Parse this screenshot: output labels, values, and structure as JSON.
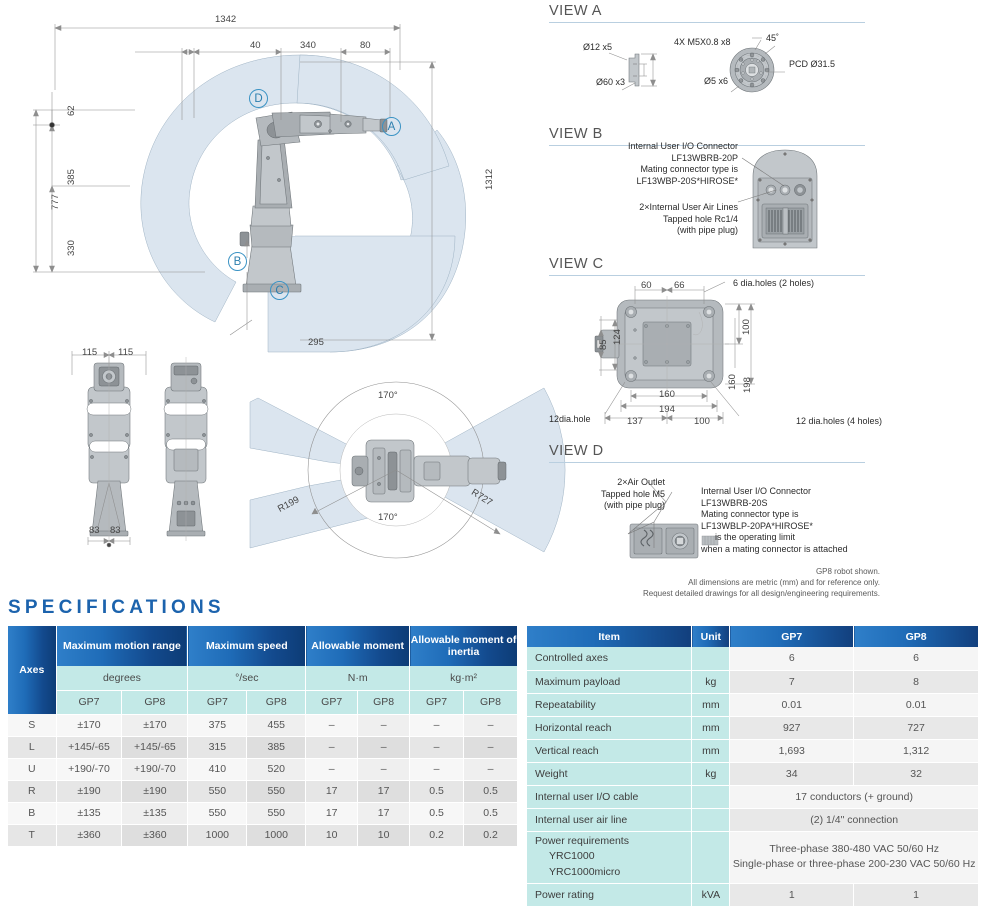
{
  "drawing": {
    "side_view": {
      "dims": {
        "overall_width": "1342",
        "d40": "40",
        "d340": "340",
        "d80": "80",
        "d62": "62",
        "d385": "385",
        "d777": "777",
        "d330": "330",
        "d295": "295",
        "vertical_1312": "1312"
      },
      "callouts": [
        "A",
        "B",
        "C",
        "D"
      ]
    },
    "front_views": {
      "dims": {
        "left_115": "115",
        "right_115": "115",
        "base_83_left": "83",
        "base_83_right": "83"
      }
    },
    "top_view": {
      "dims": {
        "angle_top": "170°",
        "angle_bottom": "170°",
        "radius_inner": "R199",
        "radius_outer": "R727"
      }
    }
  },
  "views": {
    "a": {
      "title": "VIEW A",
      "labels": {
        "d12x5": "Ø12 x5",
        "d60x3": "Ø60 x3",
        "m5": "4X M5X0.8 x8",
        "angle45": "45˚",
        "pcd": "PCD Ø31.5",
        "d5x6": "Ø5 x6"
      }
    },
    "b": {
      "title": "VIEW B",
      "labels": {
        "io_l1": "Internal User I/O Connector",
        "io_l2": "LF13WBRB-20P",
        "io_l3": "Mating connector type is",
        "io_l4": "LF13WBP-20S*HIROSE*",
        "air_l1": "2×Internal User Air Lines",
        "air_l2": "Tapped hole Rc1/4",
        "air_l3": "(with pipe plug)"
      }
    },
    "c": {
      "title": "VIEW C",
      "labels": {
        "d60": "60",
        "d66": "66",
        "holes6": "6 dia.holes (2 holes)",
        "d124": "124",
        "d85": "85",
        "d100r": "100",
        "d160r": "160",
        "d198": "198",
        "d160b": "160",
        "d194": "194",
        "d137": "137",
        "d100b": "100",
        "hole12": "12dia.hole",
        "holes12": "12 dia.holes (4 holes)"
      }
    },
    "d": {
      "title": "VIEW D",
      "labels": {
        "air_l1": "2×Air Outlet",
        "air_l2": "Tapped hole M5",
        "air_l3": "(with pipe plug)",
        "io_l1": "Internal User I/O Connector",
        "io_l2": "LF13WBRB-20S",
        "io_l3": "Mating connector type is",
        "io_l4": "LF13WBLP-20PA*HIROSE*",
        "io_l5": "is the operating limit",
        "io_l6": "when a mating connector is attached"
      }
    }
  },
  "footnotes": {
    "line1": "GP8 robot shown.",
    "line2": "All dimensions are metric (mm) and for reference only.",
    "line3": "Request detailed drawings for all design/engineering requirements."
  },
  "specifications": {
    "title": "SPECIFICATIONS",
    "left_table": {
      "headers": [
        "Axes",
        "Maximum motion range",
        "Maximum speed",
        "Allowable moment",
        "Allowable moment of inertia"
      ],
      "units": [
        "degrees",
        "°/sec",
        "N·m",
        "kg·m²"
      ],
      "models": [
        "GP7",
        "GP8"
      ],
      "rows": [
        {
          "axis": "S",
          "range_gp7": "±170",
          "range_gp8": "±170",
          "speed_gp7": "375",
          "speed_gp8": "455",
          "moment_gp7": "–",
          "moment_gp8": "–",
          "inertia_gp7": "–",
          "inertia_gp8": "–"
        },
        {
          "axis": "L",
          "range_gp7": "+145/-65",
          "range_gp8": "+145/-65",
          "speed_gp7": "315",
          "speed_gp8": "385",
          "moment_gp7": "–",
          "moment_gp8": "–",
          "inertia_gp7": "–",
          "inertia_gp8": "–"
        },
        {
          "axis": "U",
          "range_gp7": "+190/-70",
          "range_gp8": "+190/-70",
          "speed_gp7": "410",
          "speed_gp8": "520",
          "moment_gp7": "–",
          "moment_gp8": "–",
          "inertia_gp7": "–",
          "inertia_gp8": "–"
        },
        {
          "axis": "R",
          "range_gp7": "±190",
          "range_gp8": "±190",
          "speed_gp7": "550",
          "speed_gp8": "550",
          "moment_gp7": "17",
          "moment_gp8": "17",
          "inertia_gp7": "0.5",
          "inertia_gp8": "0.5"
        },
        {
          "axis": "B",
          "range_gp7": "±135",
          "range_gp8": "±135",
          "speed_gp7": "550",
          "speed_gp8": "550",
          "moment_gp7": "17",
          "moment_gp8": "17",
          "inertia_gp7": "0.5",
          "inertia_gp8": "0.5"
        },
        {
          "axis": "T",
          "range_gp7": "±360",
          "range_gp8": "±360",
          "speed_gp7": "1000",
          "speed_gp8": "1000",
          "moment_gp7": "10",
          "moment_gp8": "10",
          "inertia_gp7": "0.2",
          "inertia_gp8": "0.2"
        }
      ]
    },
    "right_table": {
      "headers": [
        "Item",
        "Unit",
        "GP7",
        "GP8"
      ],
      "rows": [
        {
          "item": "Controlled axes",
          "unit": "",
          "gp7": "6",
          "gp8": "6"
        },
        {
          "item": "Maximum payload",
          "unit": "kg",
          "gp7": "7",
          "gp8": "8"
        },
        {
          "item": "Repeatability",
          "unit": "mm",
          "gp7": "0.01",
          "gp8": "0.01"
        },
        {
          "item": "Horizontal reach",
          "unit": "mm",
          "gp7": "927",
          "gp8": "727"
        },
        {
          "item": "Vertical reach",
          "unit": "mm",
          "gp7": "1,693",
          "gp8": "1,312"
        },
        {
          "item": "Weight",
          "unit": "kg",
          "gp7": "34",
          "gp8": "32"
        },
        {
          "item": "Internal user I/O cable",
          "unit": "",
          "span": "17 conductors (+ ground)"
        },
        {
          "item": "Internal user air line",
          "unit": "",
          "span": "(2) 1/4\" connection"
        },
        {
          "item": "Power requirements",
          "item_sub1": "YRC1000",
          "item_sub2": "YRC1000micro",
          "unit": "",
          "span_l1": "Three-phase 380-480 VAC 50/60 Hz",
          "span_l2": "Single-phase or three-phase 200-230 VAC 50/60 Hz"
        },
        {
          "item": "Power rating",
          "unit": "kVA",
          "gp7": "1",
          "gp8": "1"
        }
      ]
    }
  },
  "colors": {
    "brand_blue": "#1c63ad",
    "header_navy": "#0d3c76",
    "sub_cyan": "#c3e9e7",
    "envelope": "#dbe5ef",
    "callout": "#3b93c4"
  }
}
